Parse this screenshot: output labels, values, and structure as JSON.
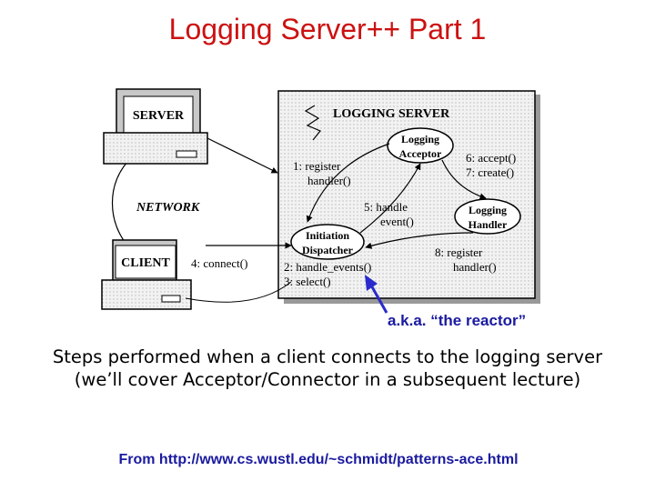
{
  "title": "Logging Server++ Part 1",
  "diagram": {
    "server_label": "SERVER",
    "client_label": "CLIENT",
    "network_label": "NETWORK",
    "logging_server_label": "LOGGING SERVER",
    "acceptor": [
      "Logging",
      "Acceptor"
    ],
    "handler": [
      "Logging",
      "Handler"
    ],
    "dispatcher": [
      "Initiation",
      "Dispatcher"
    ],
    "steps": {
      "s1": [
        "1: register",
        "handler()"
      ],
      "s2": "2: handle_events()",
      "s3": "3: select()",
      "s4": "4: connect()",
      "s5": [
        "5: handle",
        "event()"
      ],
      "s6": "6: accept()",
      "s7": "7: create()",
      "s8": [
        "8: register",
        "handler()"
      ]
    }
  },
  "reactor_note": "a.k.a. “the reactor”",
  "description": {
    "line1": "Steps performed when a client connects to the logging server",
    "line2": "(we’ll cover Acceptor/Connector in a subsequent lecture)"
  },
  "source": "From http://www.cs.wustl.edu/~schmidt/patterns-ace.html",
  "colors": {
    "title": "#cc1111",
    "note": "#1a1aa0",
    "arrow": "#2a2acc"
  }
}
